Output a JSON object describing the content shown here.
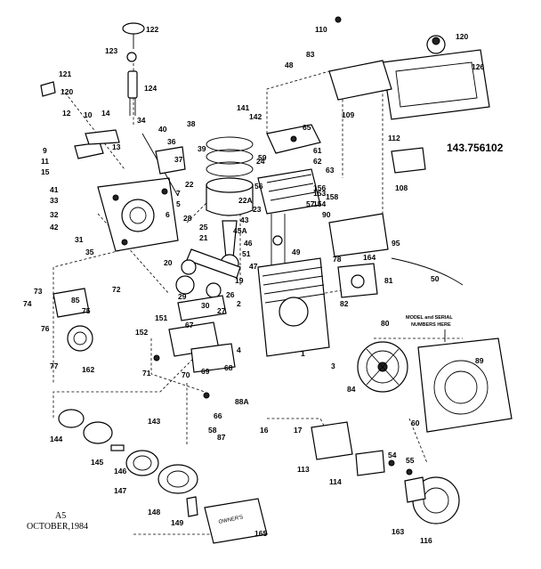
{
  "model_number": "143.756102",
  "model_note_line1": "MODEL and SERIAL",
  "model_note_line2": "NUMBERS HERE",
  "footer_page": "A5",
  "footer_date": "OCTOBER,1984",
  "manual_cover_text": "OWNER'S",
  "callouts": [
    "122",
    "123",
    "124",
    "121",
    "120",
    "12",
    "10",
    "14",
    "9",
    "11",
    "13",
    "15",
    "41",
    "33",
    "32",
    "42",
    "31",
    "35",
    "34",
    "40",
    "38",
    "36",
    "39",
    "37",
    "22",
    "7",
    "5",
    "6",
    "28",
    "25",
    "21",
    "20",
    "29",
    "26",
    "30",
    "27",
    "19",
    "51",
    "24",
    "45A",
    "46",
    "47",
    "49",
    "43",
    "23",
    "22A",
    "56",
    "57",
    "59",
    "61",
    "62",
    "63",
    "153",
    "154",
    "156",
    "158",
    "90",
    "48",
    "141",
    "142",
    "65",
    "110",
    "83",
    "109",
    "120",
    "126",
    "112",
    "108",
    "95",
    "78",
    "164",
    "81",
    "50",
    "80",
    "82",
    "151",
    "152",
    "71",
    "67",
    "70",
    "69",
    "68",
    "4",
    "1",
    "3",
    "2",
    "16",
    "17",
    "60",
    "66",
    "88A",
    "58",
    "87",
    "85",
    "84",
    "89",
    "73",
    "74",
    "76",
    "75",
    "77",
    "162",
    "72",
    "143",
    "144",
    "145",
    "146",
    "147",
    "148",
    "149",
    "165",
    "113",
    "114",
    "54",
    "55",
    "163",
    "116"
  ]
}
